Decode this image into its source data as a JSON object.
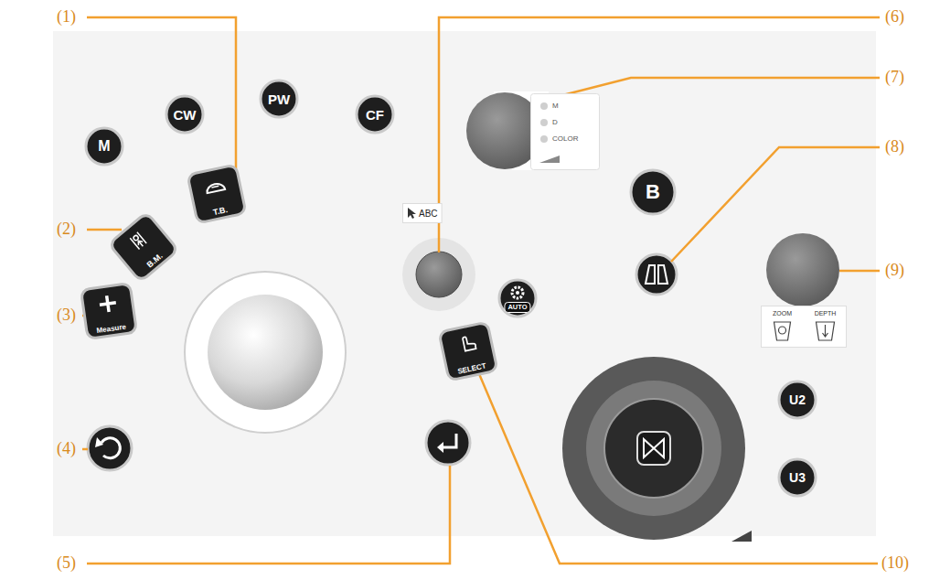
{
  "diagram": {
    "nodes": [
      {
        "text": [
          "CW"
        ]
      },
      {
        "text": [
          "PW"
        ]
      },
      {
        "text": [
          "CF"
        ]
      },
      {
        "text": [
          "M"
        ]
      },
      {
        "text": [
          "T.B."
        ]
      },
      {
        "text": [
          "B.M."
        ]
      },
      {
        "text": [
          "Measure"
        ]
      },
      {
        "text": [
          "ABC"
        ]
      },
      {
        "text": [
          "M",
          "D",
          "COLOR"
        ]
      },
      {
        "text": [
          "B"
        ]
      },
      {
        "text": [
          "AUTO"
        ]
      },
      {
        "text": [
          "SELECT"
        ]
      },
      {
        "text": [
          "U2"
        ]
      },
      {
        "text": [
          "U3"
        ]
      },
      {
        "text": [
          "ZOOM",
          "DEPTH"
        ]
      }
    ],
    "labels": [
      "(1)",
      "(2)",
      "(3)",
      "(4)",
      "(5)",
      "(6)",
      "(7)",
      "(8)",
      "(9)",
      "(10)"
    ]
  }
}
